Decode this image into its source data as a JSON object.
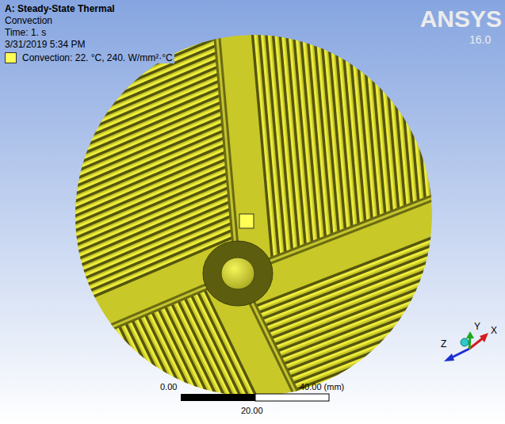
{
  "diagram": {
    "title": "A: Steady-State Thermal",
    "labels": [
      "Convection",
      "Time: 1. s",
      "3/31/2019 5:34 PM",
      "ANSYS",
      "16.0",
      "0.00",
      "40.00 (mm)",
      "20.00",
      "Z",
      "Y",
      "X"
    ],
    "legend": [
      {
        "text": "Convection: 22. °C, 240. W/mm²·°C",
        "color": "#ffff55"
      }
    ]
  }
}
